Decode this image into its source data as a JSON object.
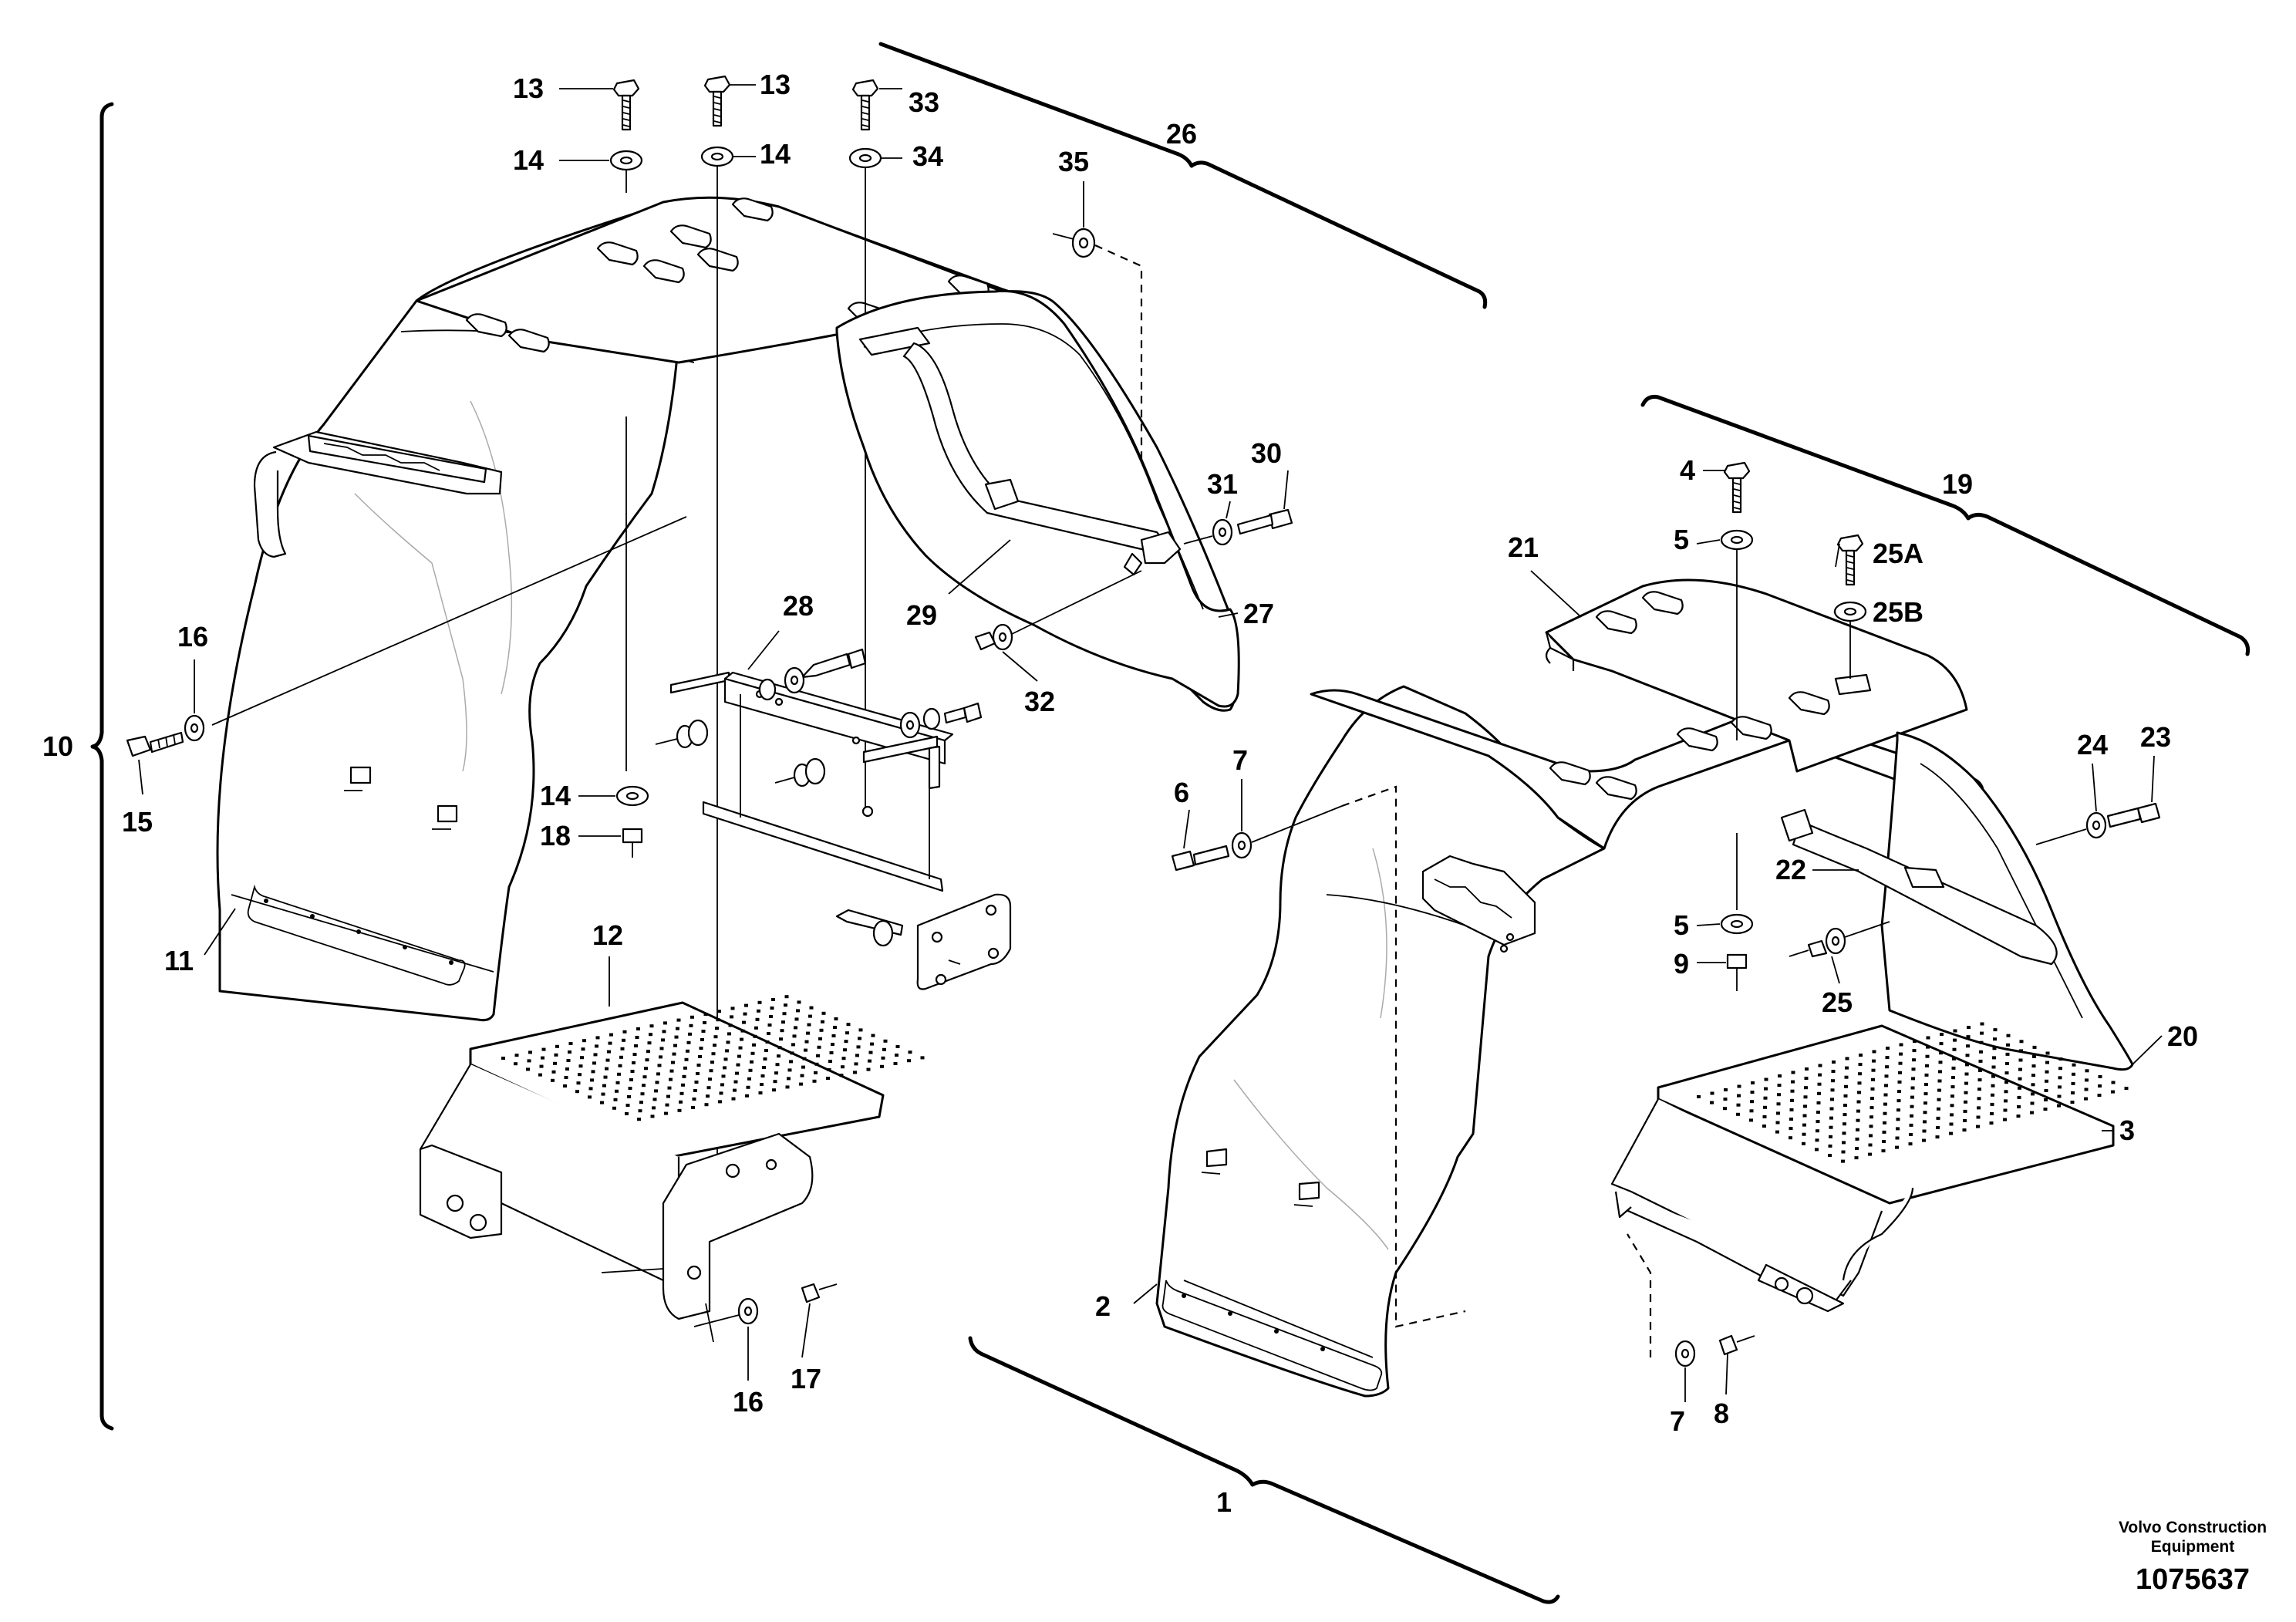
{
  "callouts": [
    "13",
    "13",
    "33",
    "14",
    "14",
    "34",
    "26",
    "35",
    "31",
    "30",
    "29",
    "27",
    "32",
    "28",
    "16",
    "15",
    "10",
    "14",
    "18",
    "11",
    "12",
    "16",
    "17",
    "4",
    "5",
    "19",
    "25A",
    "25B",
    "21",
    "7",
    "6",
    "24",
    "23",
    "22",
    "5",
    "9",
    "25",
    "20",
    "3",
    "2",
    "7",
    "8",
    "1"
  ],
  "footer": {
    "company_line1": "Volvo Construction",
    "company_line2": "Equipment",
    "drawing_number": "1075637"
  }
}
